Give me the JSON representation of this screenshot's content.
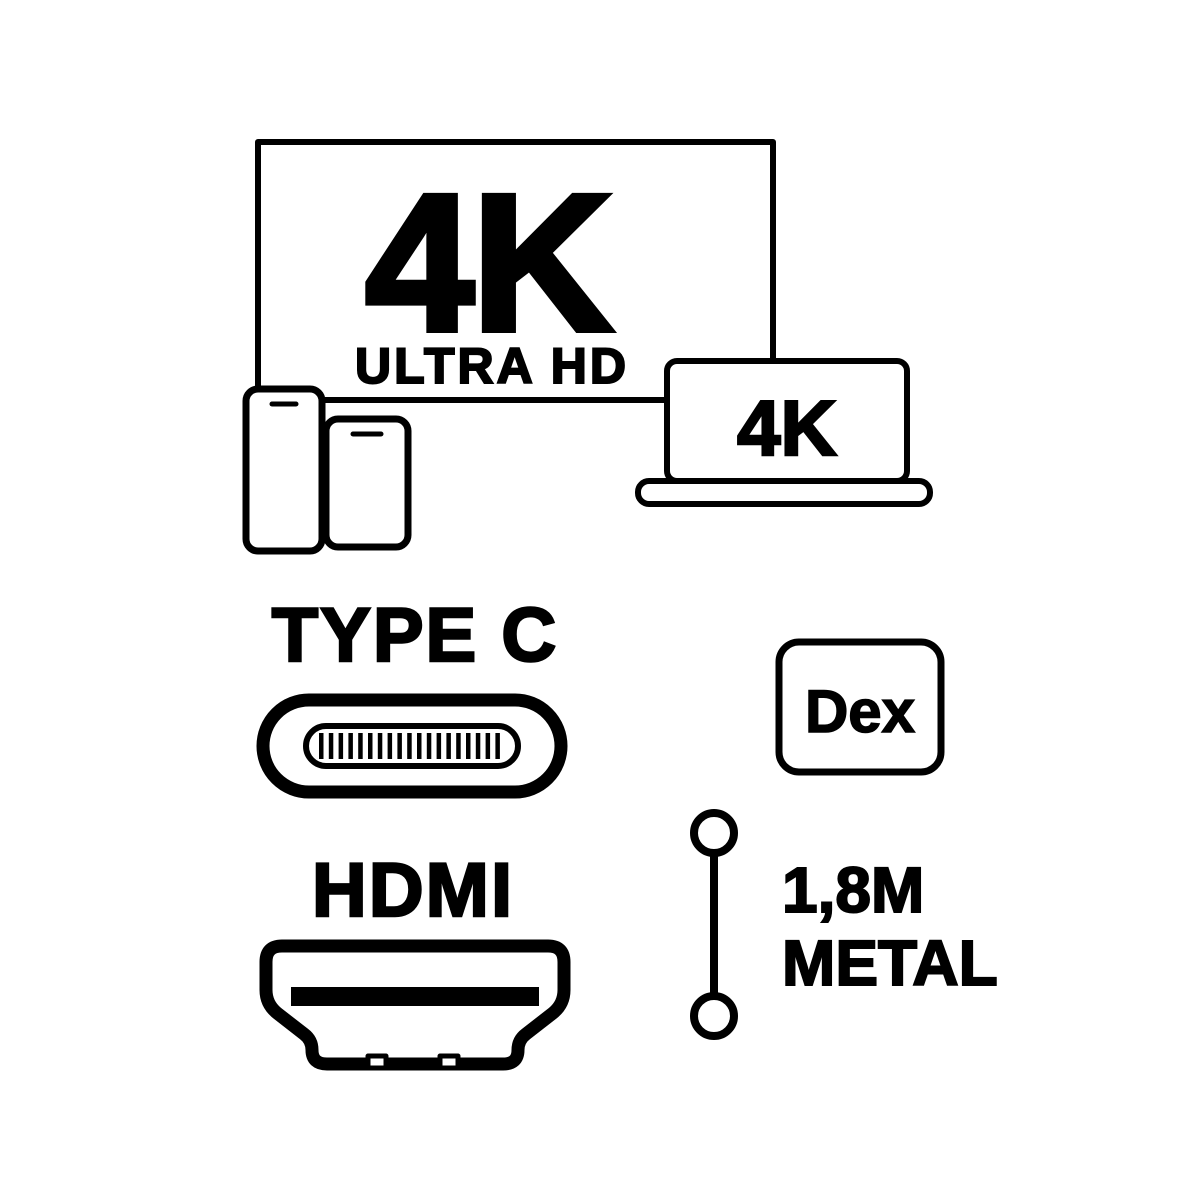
{
  "colors": {
    "ink": "#000000",
    "background": "#ffffff"
  },
  "tv": {
    "label_main": "4K",
    "label_sub": "ULTRA HD"
  },
  "laptop": {
    "screen_label": "4K"
  },
  "type_c": {
    "title": "TYPE C"
  },
  "dex_badge": {
    "label": "Dex"
  },
  "hdmi": {
    "title": "HDMI"
  },
  "cable": {
    "length_label": "1,8M",
    "material_label": "METAL"
  }
}
